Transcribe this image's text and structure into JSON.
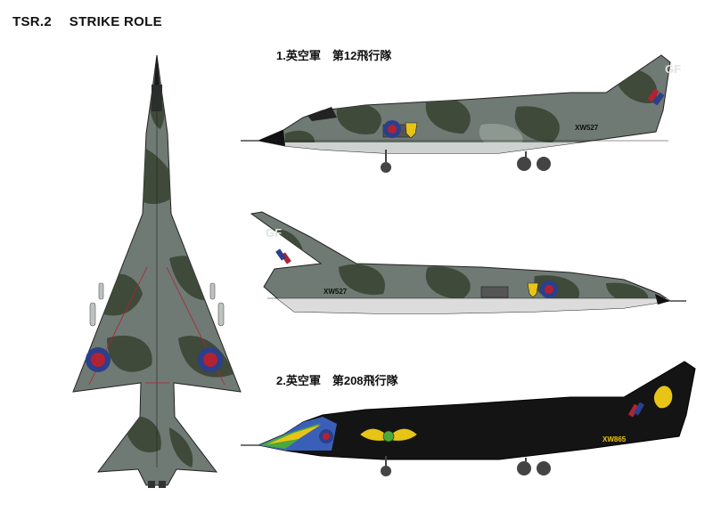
{
  "title": "TSR.2　 STRIKE ROLE",
  "captions": {
    "first": "1.英空軍　第12飛行隊",
    "second": "2.英空軍　第208飛行隊"
  },
  "markings": {
    "squadron_code": "GF",
    "serial_camo": "XW527",
    "serial_black": "XW865"
  },
  "colors": {
    "camo_dark_green": "#3f4a3a",
    "camo_sea_grey": "#6e7a73",
    "camo_light_grey": "#8d9890",
    "underside": "#dcdcdc",
    "roundel_red": "#b22232",
    "roundel_blue": "#2b3f8c",
    "black_scheme": "#141414",
    "yellow": "#e8c416",
    "green_nose": "#4aa83c",
    "blue_nose": "#3a5fb8"
  },
  "icons": [
    "top-view-aircraft",
    "side-view-aircraft",
    "side-view-aircraft-inverted",
    "roundel-icon",
    "squadron-badge-icon",
    "fin-flash-icon",
    "winged-emblem-icon"
  ]
}
